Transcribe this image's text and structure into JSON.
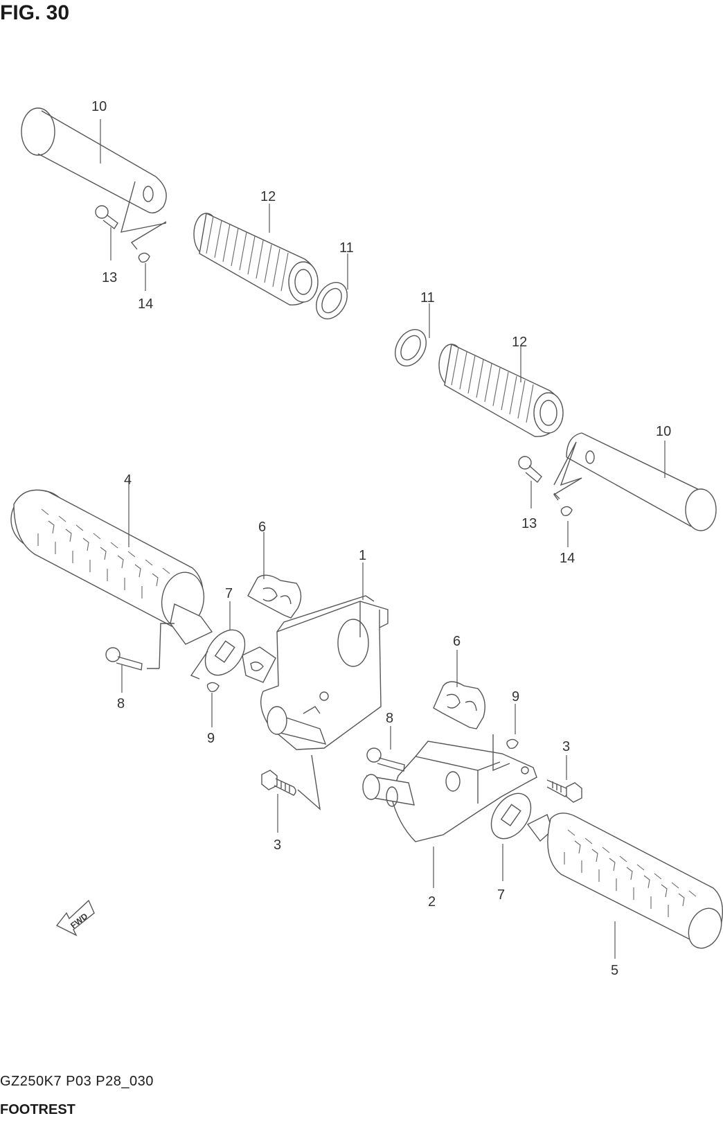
{
  "figure": {
    "title": "FIG. 30",
    "model_code": "GZ250K7 P03 P28_030",
    "section_name": "FOOTREST",
    "fwd_label": "FWD"
  },
  "callouts": [
    {
      "id": "c-10a",
      "label": "10"
    },
    {
      "id": "c-12a",
      "label": "12"
    },
    {
      "id": "c-11a",
      "label": "11"
    },
    {
      "id": "c-13a",
      "label": "13"
    },
    {
      "id": "c-14a",
      "label": "14"
    },
    {
      "id": "c-11b",
      "label": "11"
    },
    {
      "id": "c-12b",
      "label": "12"
    },
    {
      "id": "c-10b",
      "label": "10"
    },
    {
      "id": "c-13b",
      "label": "13"
    },
    {
      "id": "c-14b",
      "label": "14"
    },
    {
      "id": "c-4",
      "label": "4"
    },
    {
      "id": "c-6a",
      "label": "6"
    },
    {
      "id": "c-1",
      "label": "1"
    },
    {
      "id": "c-7a",
      "label": "7"
    },
    {
      "id": "c-8a",
      "label": "8"
    },
    {
      "id": "c-9a",
      "label": "9"
    },
    {
      "id": "c-6b",
      "label": "6"
    },
    {
      "id": "c-9b",
      "label": "9"
    },
    {
      "id": "c-8b",
      "label": "8"
    },
    {
      "id": "c-3b",
      "label": "3"
    },
    {
      "id": "c-3a",
      "label": "3"
    },
    {
      "id": "c-2",
      "label": "2"
    },
    {
      "id": "c-7b",
      "label": "7"
    },
    {
      "id": "c-5",
      "label": "5"
    }
  ]
}
